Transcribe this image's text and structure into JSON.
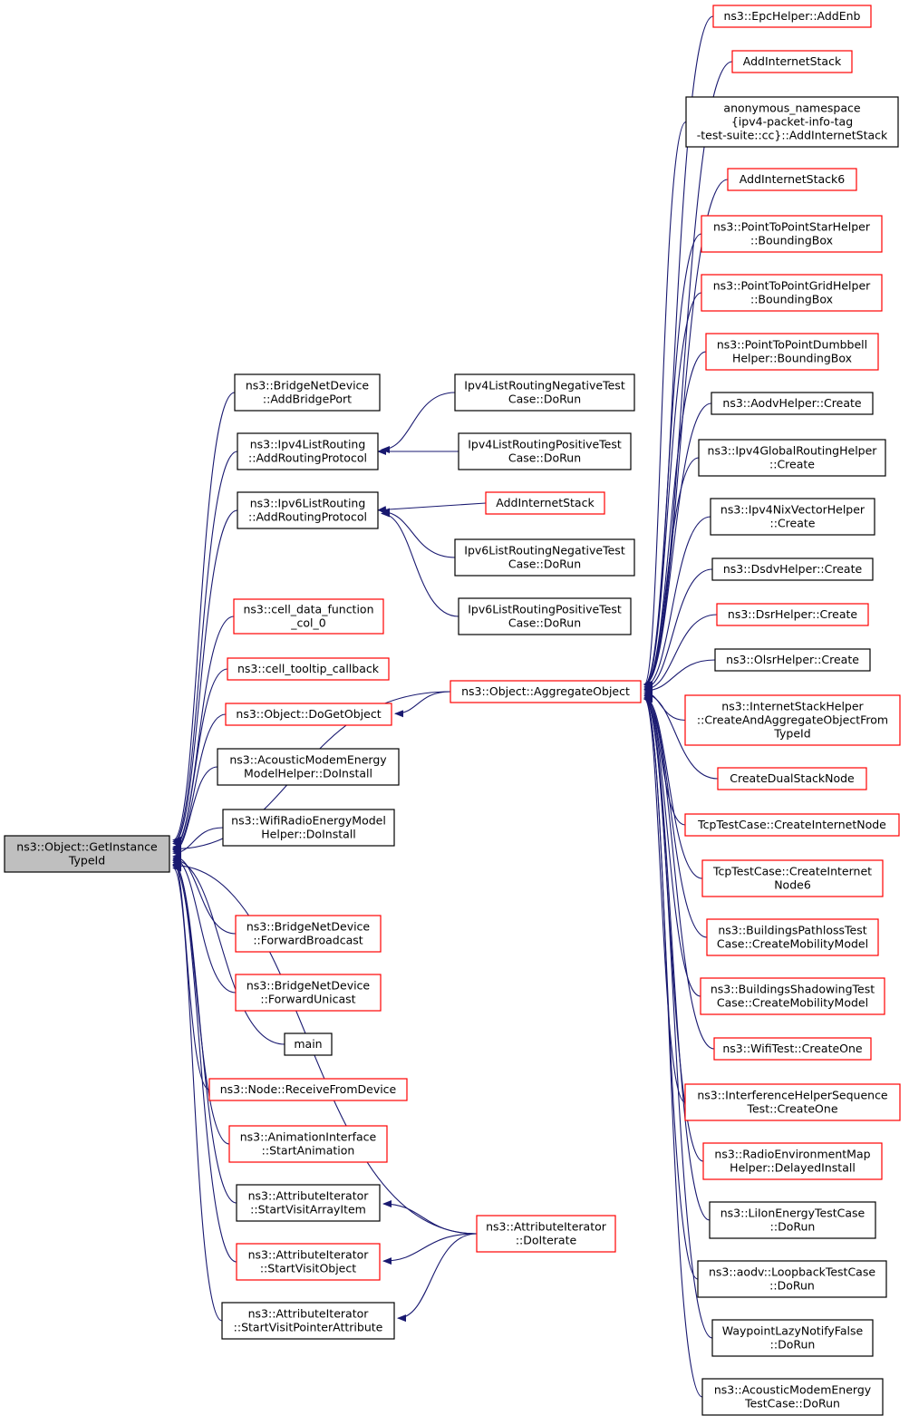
{
  "colors": {
    "edge": "#191970",
    "root_fill": "#bfbfbf",
    "border_black": "#000000",
    "border_red": "#ff0000"
  },
  "nodes": [
    {
      "id": "root",
      "lines": [
        "ns3::Object::GetInstance",
        "TypeId"
      ],
      "border": "gray"
    },
    {
      "id": "bridge-addbridgeport",
      "lines": [
        "ns3::BridgeNetDevice",
        "::AddBridgePort"
      ],
      "border": "black"
    },
    {
      "id": "ipv4list-addrouting",
      "lines": [
        "ns3::Ipv4ListRouting",
        "::AddRoutingProtocol"
      ],
      "border": "black"
    },
    {
      "id": "ipv6list-addrouting",
      "lines": [
        "ns3::Ipv6ListRouting",
        "::AddRoutingProtocol"
      ],
      "border": "black"
    },
    {
      "id": "cell-data-function",
      "lines": [
        "ns3::cell_data_function",
        "_col_0"
      ],
      "border": "red"
    },
    {
      "id": "cell-tooltip",
      "lines": [
        "ns3::cell_tooltip_callback"
      ],
      "border": "red"
    },
    {
      "id": "object-dogetobject",
      "lines": [
        "ns3::Object::DoGetObject"
      ],
      "border": "red"
    },
    {
      "id": "acoustic-doinstall",
      "lines": [
        "ns3::AcousticModemEnergy",
        "ModelHelper::DoInstall"
      ],
      "border": "black"
    },
    {
      "id": "wifiradio-doinstall",
      "lines": [
        "ns3::WifiRadioEnergyModel",
        "Helper::DoInstall"
      ],
      "border": "black"
    },
    {
      "id": "bridge-forwardbroadcast",
      "lines": [
        "ns3::BridgeNetDevice",
        "::ForwardBroadcast"
      ],
      "border": "red"
    },
    {
      "id": "bridge-forwardunicast",
      "lines": [
        "ns3::BridgeNetDevice",
        "::ForwardUnicast"
      ],
      "border": "red"
    },
    {
      "id": "main",
      "lines": [
        "main"
      ],
      "border": "black"
    },
    {
      "id": "node-receivefromdevice",
      "lines": [
        "ns3::Node::ReceiveFromDevice"
      ],
      "border": "red"
    },
    {
      "id": "animation-start",
      "lines": [
        "ns3::AnimationInterface",
        "::StartAnimation"
      ],
      "border": "red"
    },
    {
      "id": "attr-startvisitarray",
      "lines": [
        "ns3::AttributeIterator",
        "::StartVisitArrayItem"
      ],
      "border": "black"
    },
    {
      "id": "attr-startvisitobject",
      "lines": [
        "ns3::AttributeIterator",
        "::StartVisitObject"
      ],
      "border": "red"
    },
    {
      "id": "attr-startvisitpointer",
      "lines": [
        "ns3::AttributeIterator",
        "::StartVisitPointerAttribute"
      ],
      "border": "black"
    },
    {
      "id": "ipv4-neg-dorun",
      "lines": [
        "Ipv4ListRoutingNegativeTest",
        "Case::DoRun"
      ],
      "border": "black"
    },
    {
      "id": "ipv4-pos-dorun",
      "lines": [
        "Ipv4ListRoutingPositiveTest",
        "Case::DoRun"
      ],
      "border": "black"
    },
    {
      "id": "addinternetstack-mid",
      "lines": [
        "AddInternetStack"
      ],
      "border": "red"
    },
    {
      "id": "ipv6-neg-dorun",
      "lines": [
        "Ipv6ListRoutingNegativeTest",
        "Case::DoRun"
      ],
      "border": "black"
    },
    {
      "id": "ipv6-pos-dorun",
      "lines": [
        "Ipv6ListRoutingPositiveTest",
        "Case::DoRun"
      ],
      "border": "black"
    },
    {
      "id": "aggregateobject",
      "lines": [
        "ns3::Object::AggregateObject"
      ],
      "border": "red"
    },
    {
      "id": "attr-doiterate",
      "lines": [
        "ns3::AttributeIterator",
        "::DoIterate"
      ],
      "border": "red"
    },
    {
      "id": "epc-addenb",
      "lines": [
        "ns3::EpcHelper::AddEnb"
      ],
      "border": "red"
    },
    {
      "id": "addinternetstack-r",
      "lines": [
        "AddInternetStack"
      ],
      "border": "red"
    },
    {
      "id": "anon-addinternetstack",
      "lines": [
        "anonymous_namespace",
        "{ipv4-packet-info-tag",
        "-test-suite::cc}::AddInternetStack"
      ],
      "border": "black"
    },
    {
      "id": "addinternetstack6",
      "lines": [
        "AddInternetStack6"
      ],
      "border": "red"
    },
    {
      "id": "p2pstar-bbox",
      "lines": [
        "ns3::PointToPointStarHelper",
        "::BoundingBox"
      ],
      "border": "red"
    },
    {
      "id": "p2pgrid-bbox",
      "lines": [
        "ns3::PointToPointGridHelper",
        "::BoundingBox"
      ],
      "border": "red"
    },
    {
      "id": "p2pdumbbell-bbox",
      "lines": [
        "ns3::PointToPointDumbbell",
        "Helper::BoundingBox"
      ],
      "border": "red"
    },
    {
      "id": "aodv-create",
      "lines": [
        "ns3::AodvHelper::Create"
      ],
      "border": "black"
    },
    {
      "id": "ipv4global-create",
      "lines": [
        "ns3::Ipv4GlobalRoutingHelper",
        "::Create"
      ],
      "border": "black"
    },
    {
      "id": "ipv4nix-create",
      "lines": [
        "ns3::Ipv4NixVectorHelper",
        "::Create"
      ],
      "border": "black"
    },
    {
      "id": "dsdv-create",
      "lines": [
        "ns3::DsdvHelper::Create"
      ],
      "border": "black"
    },
    {
      "id": "dsr-create",
      "lines": [
        "ns3::DsrHelper::Create"
      ],
      "border": "red"
    },
    {
      "id": "olsr-create",
      "lines": [
        "ns3::OlsrHelper::Create"
      ],
      "border": "black"
    },
    {
      "id": "internetstack-createaggregate",
      "lines": [
        "ns3::InternetStackHelper",
        "::CreateAndAggregateObjectFrom",
        "TypeId"
      ],
      "border": "red"
    },
    {
      "id": "createdualstacknode",
      "lines": [
        "CreateDualStackNode"
      ],
      "border": "red"
    },
    {
      "id": "tcp-createinternetnode",
      "lines": [
        "TcpTestCase::CreateInternetNode"
      ],
      "border": "red"
    },
    {
      "id": "tcp-createinternetnode6",
      "lines": [
        "TcpTestCase::CreateInternet",
        "Node6"
      ],
      "border": "red"
    },
    {
      "id": "buildingspathloss-mobility",
      "lines": [
        "ns3::BuildingsPathlossTest",
        "Case::CreateMobilityModel"
      ],
      "border": "red"
    },
    {
      "id": "buildingsshadowing-mobility",
      "lines": [
        "ns3::BuildingsShadowingTest",
        "Case::CreateMobilityModel"
      ],
      "border": "red"
    },
    {
      "id": "wifitest-createone",
      "lines": [
        "ns3::WifiTest::CreateOne"
      ],
      "border": "red"
    },
    {
      "id": "interference-createone",
      "lines": [
        "ns3::InterferenceHelperSequence",
        "Test::CreateOne"
      ],
      "border": "red"
    },
    {
      "id": "radioenvmap-delayed",
      "lines": [
        "ns3::RadioEnvironmentMap",
        "Helper::DelayedInstall"
      ],
      "border": "red"
    },
    {
      "id": "liion-dorun",
      "lines": [
        "ns3::LiIonEnergyTestCase",
        "::DoRun"
      ],
      "border": "black"
    },
    {
      "id": "aodv-loopback-dorun",
      "lines": [
        "ns3::aodv::LoopbackTestCase",
        "::DoRun"
      ],
      "border": "black"
    },
    {
      "id": "waypoint-dorun",
      "lines": [
        "WaypointLazyNotifyFalse",
        "::DoRun"
      ],
      "border": "black"
    },
    {
      "id": "acousticenergy-dorun",
      "lines": [
        "ns3::AcousticModemEnergy",
        "TestCase::DoRun"
      ],
      "border": "black"
    }
  ]
}
